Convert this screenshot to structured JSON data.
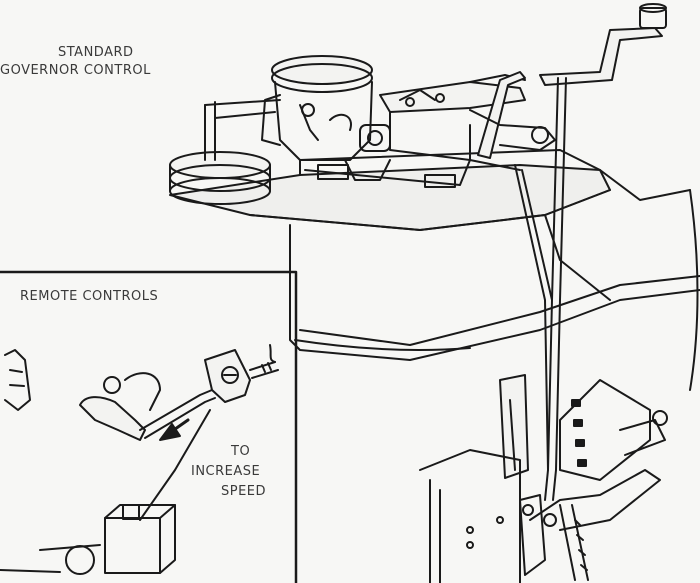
{
  "labels": {
    "standard": "STANDARD",
    "governor_control": "GOVERNOR CONTROL",
    "remote_controls": "REMOTE CONTROLS",
    "to": "TO",
    "increase": "INCREASE",
    "speed": "SPEED"
  },
  "colors": {
    "ink": "#1a1a1a",
    "paper": "#f7f7f5",
    "label": "#3a3a3a"
  }
}
